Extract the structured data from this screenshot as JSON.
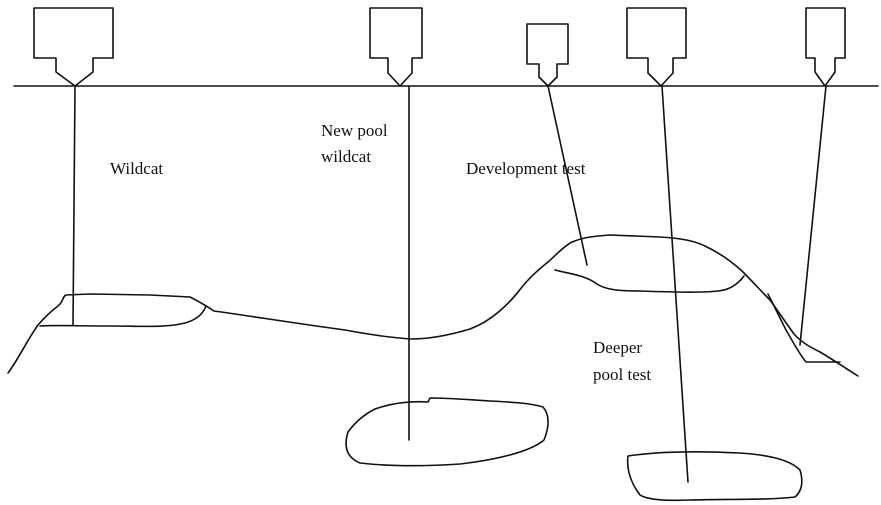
{
  "labels": {
    "wildcat": "Wildcat",
    "new_pool_line1": "New pool",
    "new_pool_line2": "wildcat",
    "development": "Development test",
    "deeper_line1": "Deeper",
    "deeper_line2": "pool test"
  },
  "colors": {
    "ink": "#111111",
    "background": "#ffffff"
  }
}
